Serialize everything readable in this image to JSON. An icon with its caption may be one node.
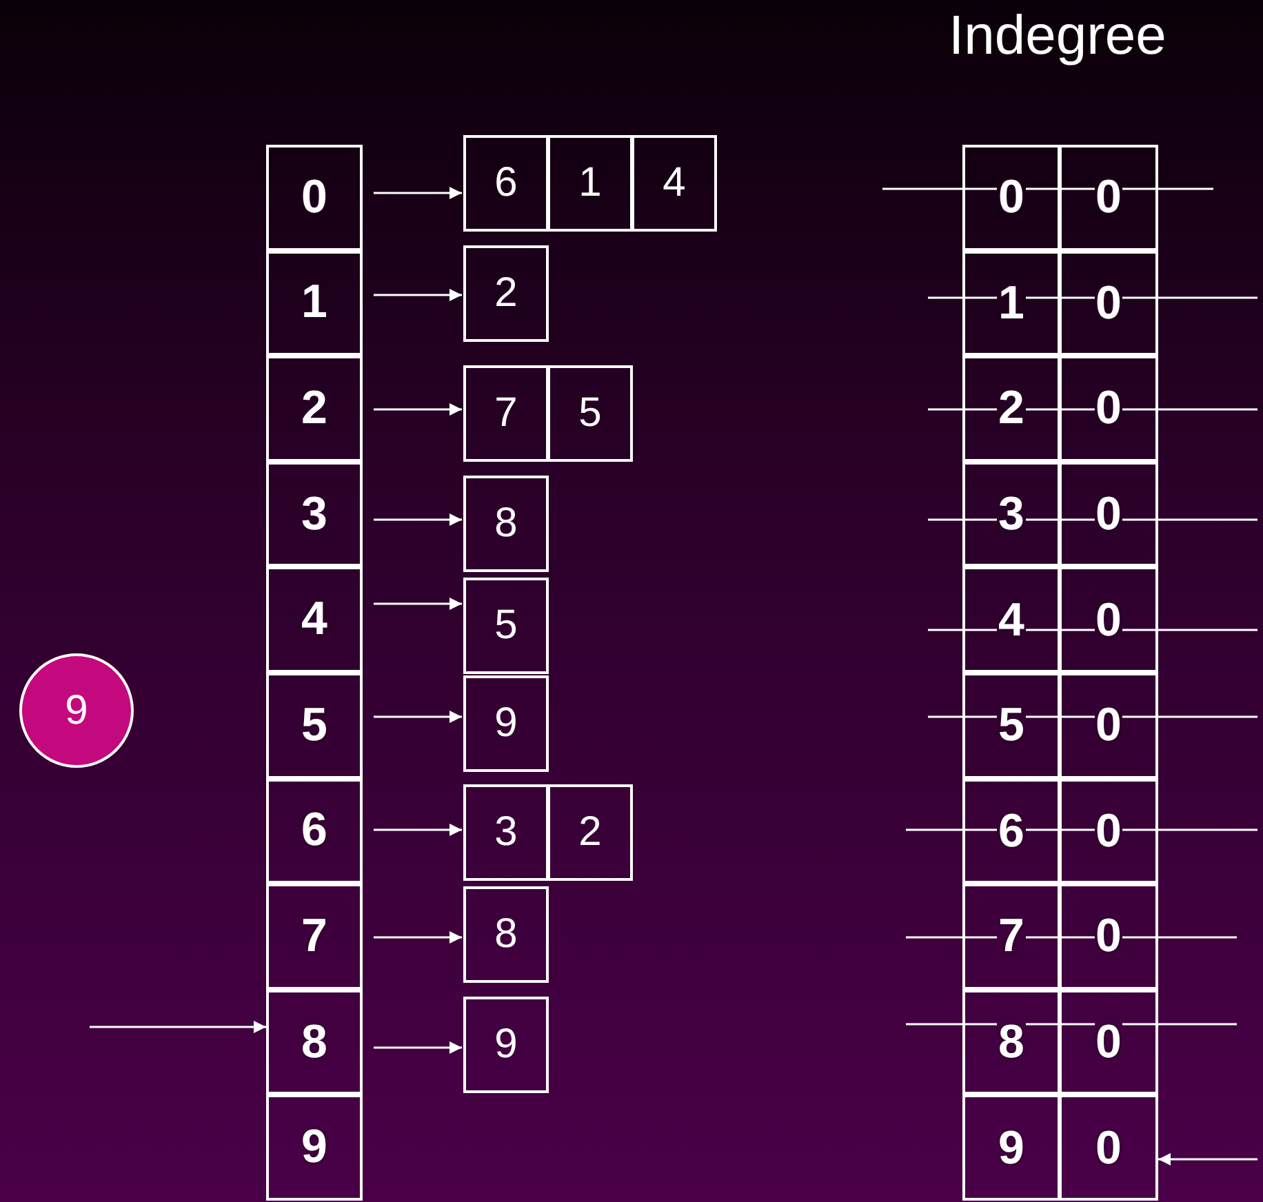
{
  "diagram": {
    "nodes": [
      {
        "text": [
          "0"
        ]
      },
      {
        "text": [
          "1"
        ]
      },
      {
        "text": [
          "2"
        ]
      },
      {
        "text": [
          "3"
        ]
      },
      {
        "text": [
          "4"
        ]
      },
      {
        "text": [
          "5"
        ]
      },
      {
        "text": [
          "6"
        ]
      },
      {
        "text": [
          "7"
        ]
      },
      {
        "text": [
          "8"
        ]
      },
      {
        "text": [
          "9"
        ]
      },
      {
        "text": [
          "6"
        ]
      },
      {
        "text": [
          "1"
        ]
      },
      {
        "text": [
          "4"
        ]
      },
      {
        "text": [
          "2"
        ]
      },
      {
        "text": [
          "7"
        ]
      },
      {
        "text": [
          "5"
        ]
      },
      {
        "text": [
          "8"
        ]
      },
      {
        "text": [
          "5"
        ]
      },
      {
        "text": [
          "9"
        ]
      },
      {
        "text": [
          "3"
        ]
      },
      {
        "text": [
          "2"
        ]
      },
      {
        "text": [
          "8"
        ]
      },
      {
        "text": [
          "9"
        ]
      },
      {
        "text": [
          "0"
        ]
      },
      {
        "text": [
          "0"
        ]
      },
      {
        "text": [
          "1"
        ]
      },
      {
        "text": [
          "0"
        ]
      },
      {
        "text": [
          "2"
        ]
      },
      {
        "text": [
          "0"
        ]
      },
      {
        "text": [
          "3"
        ]
      },
      {
        "text": [
          "0"
        ]
      },
      {
        "text": [
          "4"
        ]
      },
      {
        "text": [
          "0"
        ]
      },
      {
        "text": [
          "5"
        ]
      },
      {
        "text": [
          "0"
        ]
      },
      {
        "text": [
          "6"
        ]
      },
      {
        "text": [
          "0"
        ]
      },
      {
        "text": [
          "7"
        ]
      },
      {
        "text": [
          "0"
        ]
      },
      {
        "text": [
          "8"
        ]
      },
      {
        "text": [
          "0"
        ]
      },
      {
        "text": [
          "9"
        ]
      },
      {
        "text": [
          "0"
        ]
      },
      {
        "text": [
          "9"
        ]
      }
    ],
    "edges": [
      {
        "from": 0,
        "to": 10,
        "arrow": "to"
      },
      {
        "from": 1,
        "to": 13,
        "arrow": "to"
      },
      {
        "from": 2,
        "to": 14,
        "arrow": "to"
      },
      {
        "from": 3,
        "to": 16,
        "arrow": "to"
      },
      {
        "from": 4,
        "to": 17,
        "arrow": "to"
      },
      {
        "from": 5,
        "to": 18,
        "arrow": "to"
      },
      {
        "from": 6,
        "to": 19,
        "arrow": "to"
      },
      {
        "from": 7,
        "to": 21,
        "arrow": "to"
      },
      {
        "from": 8,
        "to": 22,
        "arrow": "to"
      },
      {
        "from": null,
        "to": 8,
        "arrow": "to"
      },
      {
        "from": null,
        "to": 42,
        "arrow": "to"
      }
    ],
    "labels": [
      "Indegree"
    ]
  }
}
